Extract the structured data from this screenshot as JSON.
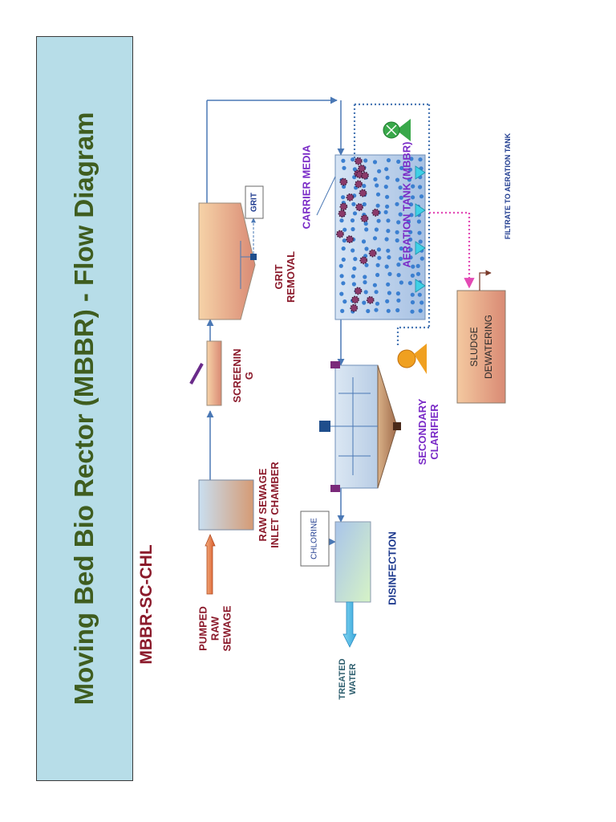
{
  "title": "Moving Bed Bio Rector (MBBR) - Flow Diagram",
  "subtitle": "MBBR-SC-CHL",
  "labels": {
    "pumped_raw_sewage": "PUMPED\nRAW\nSEWAGE",
    "raw_sewage_inlet_chamber": "RAW SEWAGE\nINLET CHAMBER",
    "screening": "SCREENIN\nG",
    "grit_removal": "GRIT\nREMOVAL",
    "grit": "GRIT",
    "carrier_media": "CARRIER MEDIA",
    "aeration_tank": "AERATION TANK (MBBR)",
    "secondary_clarifier": "SECONDARY\nCLARIFIER",
    "sludge_dewatering": "SLUDGE\nDEWATERING",
    "filtrate_to_aeration_tank": "FILTRATE TO AERATION TANK",
    "chlorine": "CHLORINE",
    "disinfection": "DISINFECTION",
    "treated_water": "TREATED\nWATER"
  },
  "colors": {
    "title_band": "#b7dde8",
    "title_text": "#3f5d1f",
    "label_maroon": "#8b1a2b",
    "label_purple": "#7a2bc7",
    "label_navy": "#1f3b8f",
    "label_teal": "#2f5f6f",
    "flow_line": "#4a78b5",
    "recycle_dotted": "#4a78b5",
    "sludge_dotted": "#e34ab5"
  }
}
